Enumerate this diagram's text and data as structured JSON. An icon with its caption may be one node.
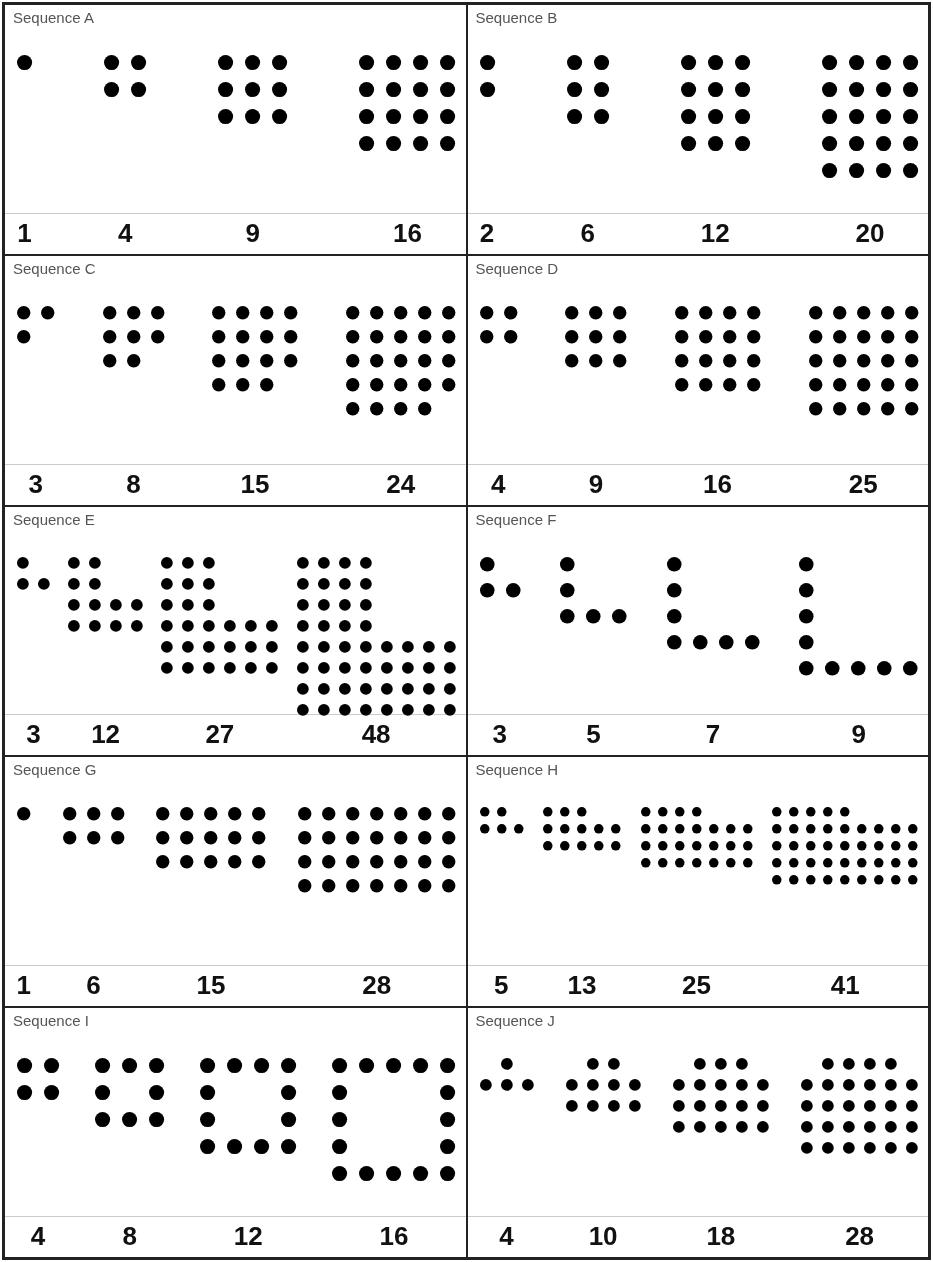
{
  "diagram": {
    "labels": [
      "Sequence A",
      "1",
      "4",
      "9",
      "16",
      "Sequence B",
      "2",
      "6",
      "12",
      "20",
      "Sequence C",
      "3",
      "8",
      "15",
      "24",
      "Sequence D",
      "4",
      "9",
      "16",
      "25",
      "Sequence E",
      "3",
      "12",
      "27",
      "48",
      "Sequence F",
      "3",
      "5",
      "7",
      "9",
      "Sequence G",
      "1",
      "6",
      "15",
      "28",
      "Sequence H",
      "5",
      "13",
      "25",
      "41",
      "Sequence I",
      "4",
      "8",
      "12",
      "16",
      "Sequence J",
      "4",
      "10",
      "18",
      "28"
    ]
  }
}
